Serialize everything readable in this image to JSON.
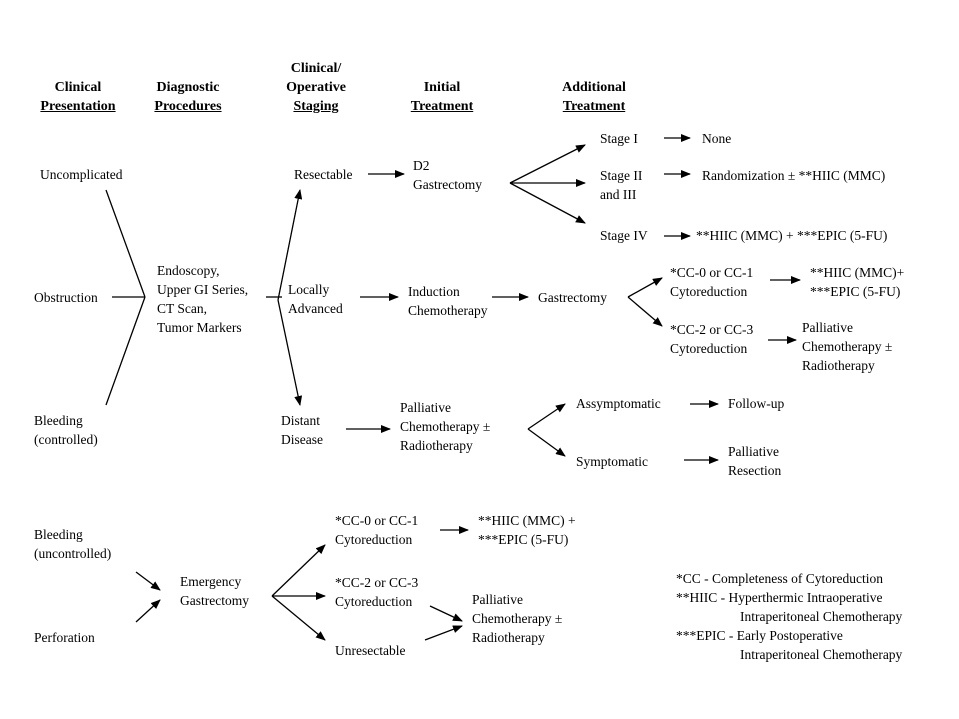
{
  "headers": {
    "clinical_presentation": [
      "Clinical",
      "Presentation"
    ],
    "diagnostic_procedures": [
      "Diagnostic",
      "Procedures"
    ],
    "staging": [
      "Clinical/",
      "Operative",
      "Staging"
    ],
    "initial_treatment": [
      "Initial",
      "Treatment"
    ],
    "additional_treatment": [
      "Additional",
      "Treatment"
    ]
  },
  "presentation": {
    "uncomplicated": "Uncomplicated",
    "obstruction": "Obstruction",
    "bleeding_controlled": [
      "Bleeding",
      "(controlled)"
    ],
    "bleeding_uncontrolled": [
      "Bleeding",
      "(uncontrolled)"
    ],
    "perforation": "Perforation"
  },
  "diagnostics": [
    "Endoscopy,",
    "Upper GI Series,",
    "CT Scan,",
    "Tumor Markers"
  ],
  "staging": {
    "resectable": "Resectable",
    "locally_advanced": [
      "Locally",
      "Advanced"
    ],
    "distant_disease": [
      "Distant",
      "Disease"
    ]
  },
  "initial": {
    "d2_gastrectomy": [
      "D2",
      "Gastrectomy"
    ],
    "induction_chemo": [
      "Induction",
      "Chemotherapy"
    ],
    "palliative_chemo": [
      "Palliative",
      "Chemotherapy ±",
      "Radiotherapy"
    ],
    "emergency_gastrectomy": [
      "Emergency",
      "Gastrectomy"
    ]
  },
  "additional": {
    "stage1": "Stage I",
    "stage1_result": "None",
    "stage23": [
      "Stage II",
      "and III"
    ],
    "stage23_result": "Randomization ± **HIIC (MMC)",
    "stage4": "Stage IV",
    "stage4_result": "**HIIC (MMC) + ***EPIC (5-FU)",
    "gastrectomy": "Gastrectomy",
    "cc01": [
      "*CC-0 or CC-1",
      "Cytoreduction"
    ],
    "cc01_result": [
      "**HIIC (MMC)+",
      "***EPIC (5-FU)"
    ],
    "cc23": [
      "*CC-2 or CC-3",
      "Cytoreduction"
    ],
    "cc23_result": [
      "Palliative",
      "Chemotherapy ±",
      "Radiotherapy"
    ],
    "asymptomatic": "Assymptomatic",
    "asymptomatic_result": "Follow-up",
    "symptomatic": "Symptomatic",
    "symptomatic_result": [
      "Palliative",
      "Resection"
    ]
  },
  "emergency": {
    "cc01": [
      "*CC-0 or CC-1",
      "Cytoreduction"
    ],
    "cc01_result": [
      "**HIIC (MMC) +",
      "***EPIC (5-FU)"
    ],
    "cc23": [
      "*CC-2 or CC-3",
      "Cytoreduction"
    ],
    "unresectable": "Unresectable",
    "palliative_result": [
      "Palliative",
      "Chemotherapy ±",
      "Radiotherapy"
    ]
  },
  "legend": {
    "cc": "*CC - Completeness of Cytoreduction",
    "hiic_1": "**HIIC - Hyperthermic Intraoperative",
    "hiic_2": "Intraperitoneal Chemotherapy",
    "epic_1": "***EPIC - Early Postoperative",
    "epic_2": "Intraperitoneal Chemotherapy"
  }
}
